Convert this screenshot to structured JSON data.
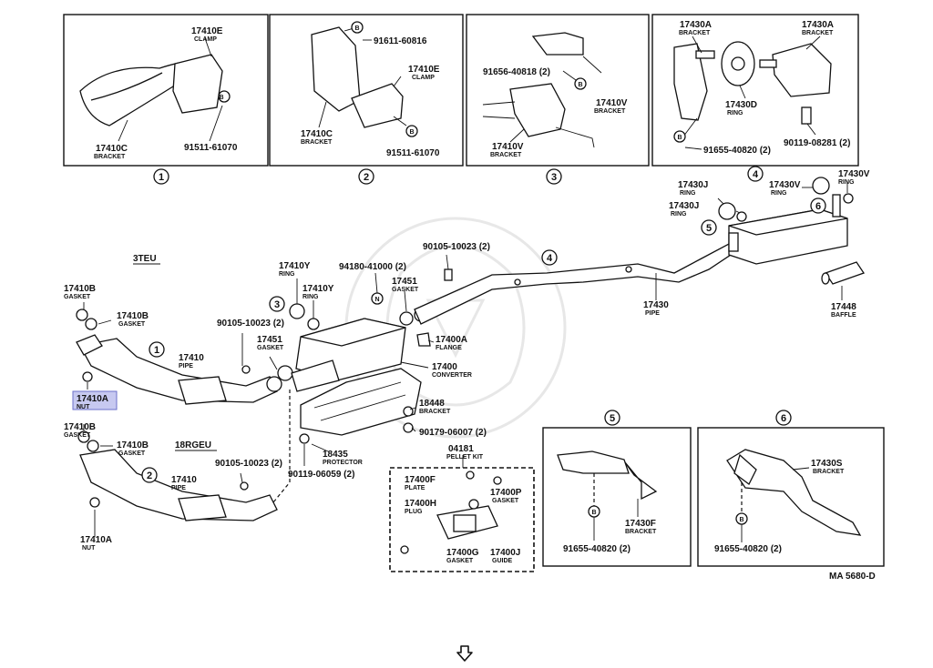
{
  "colors": {
    "highlight": "#c7c9f0",
    "ink": "#111111",
    "watermark": "#bdbdbd"
  },
  "detail_boxes": [
    {
      "id": "1",
      "parts": [
        {
          "num": "17410E",
          "desc": "CLAMP"
        },
        {
          "num": "17410C",
          "desc": "BRACKET"
        },
        {
          "num": "91511-61070",
          "desc": ""
        }
      ]
    },
    {
      "id": "2",
      "parts": [
        {
          "num": "91611-60816",
          "desc": ""
        },
        {
          "num": "17410E",
          "desc": "CLAMP"
        },
        {
          "num": "17410C",
          "desc": "BRACKET"
        },
        {
          "num": "91511-61070",
          "desc": ""
        }
      ]
    },
    {
      "id": "3",
      "parts": [
        {
          "num": "91656-40818 (2)",
          "desc": ""
        },
        {
          "num": "17410V",
          "desc": "BRACKET"
        },
        {
          "num": "17410V",
          "desc": "BRACKET"
        }
      ]
    },
    {
      "id": "",
      "parts": [
        {
          "num": "17430A",
          "desc": "BRACKET"
        },
        {
          "num": "17430A",
          "desc": "BRACKET"
        },
        {
          "num": "17430D",
          "desc": "RING"
        },
        {
          "num": "91655-40820 (2)",
          "desc": ""
        },
        {
          "num": "90119-08281 (2)",
          "desc": ""
        }
      ]
    },
    {
      "id": "5",
      "parts": [
        {
          "num": "17430F",
          "desc": "BRACKET"
        },
        {
          "num": "91655-40820 (2)",
          "desc": ""
        }
      ]
    },
    {
      "id": "6",
      "parts": [
        {
          "num": "17430S",
          "desc": "BRACKET"
        },
        {
          "num": "91655-40820 (2)",
          "desc": ""
        }
      ]
    }
  ],
  "section_labels": [
    "3TEU",
    "18RGEU"
  ],
  "callouts": [
    {
      "num": "17410B",
      "desc": "GASKET"
    },
    {
      "num": "17410B",
      "desc": "GASKET"
    },
    {
      "num": "17410A",
      "desc": "NUT"
    },
    {
      "num": "90105-10023 (2)",
      "desc": ""
    },
    {
      "num": "17410",
      "desc": "PIPE"
    },
    {
      "num": "17451",
      "desc": "GASKET"
    },
    {
      "num": "17410Y",
      "desc": "RING"
    },
    {
      "num": "17410Y",
      "desc": "RING"
    },
    {
      "num": "94180-41000 (2)",
      "desc": ""
    },
    {
      "num": "17451",
      "desc": "GASKET"
    },
    {
      "num": "90105-10023 (2)",
      "desc": ""
    },
    {
      "num": "17400A",
      "desc": "FLANGE"
    },
    {
      "num": "17400",
      "desc": "CONVERTER"
    },
    {
      "num": "18448",
      "desc": "BRACKET"
    },
    {
      "num": "90179-06007 (2)",
      "desc": ""
    },
    {
      "num": "18435",
      "desc": "PROTECTOR"
    },
    {
      "num": "90119-06059 (2)",
      "desc": ""
    },
    {
      "num": "17410B",
      "desc": "GASKET"
    },
    {
      "num": "17410B",
      "desc": "GASKET"
    },
    {
      "num": "90105-10023 (2)",
      "desc": ""
    },
    {
      "num": "17410",
      "desc": "PIPE"
    },
    {
      "num": "17410A",
      "desc": "NUT"
    },
    {
      "num": "17430",
      "desc": "PIPE"
    },
    {
      "num": "17430J",
      "desc": "RING"
    },
    {
      "num": "17430J",
      "desc": "RING"
    },
    {
      "num": "17430V",
      "desc": "RING"
    },
    {
      "num": "17430V",
      "desc": "RING"
    },
    {
      "num": "17448",
      "desc": "BAFFLE"
    }
  ],
  "pellet_kit": {
    "num": "04181",
    "desc": "PELLET KIT",
    "parts": [
      {
        "num": "17400F",
        "desc": "PLATE"
      },
      {
        "num": "17400H",
        "desc": "PLUG"
      },
      {
        "num": "17400P",
        "desc": "GASKET"
      },
      {
        "num": "17400G",
        "desc": "GASKET"
      },
      {
        "num": "17400J",
        "desc": "GUIDE"
      }
    ]
  },
  "markers": {
    "bolt": "B",
    "nut": "N"
  },
  "diagram_code": "MA 5680-D",
  "nav_icon": "down-arrow-icon"
}
